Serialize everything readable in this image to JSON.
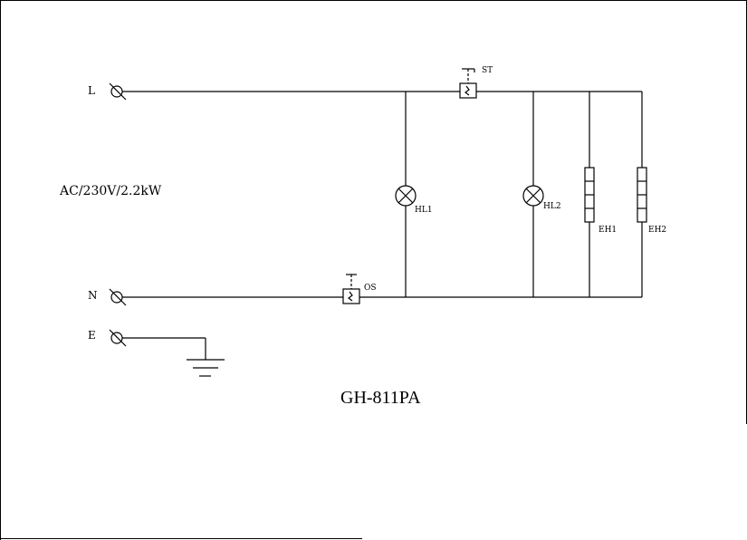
{
  "diagram": {
    "terminals": {
      "line": "L",
      "neutral": "N",
      "earth": "E"
    },
    "rating": "AC/230V/2.2kW",
    "model": "GH-811PA",
    "components": {
      "thermostat": "ST",
      "safety_cutout": "OS",
      "lamp_1": "HL1",
      "lamp_2": "HL2",
      "heater_1": "EH1",
      "heater_2": "EH2"
    }
  }
}
